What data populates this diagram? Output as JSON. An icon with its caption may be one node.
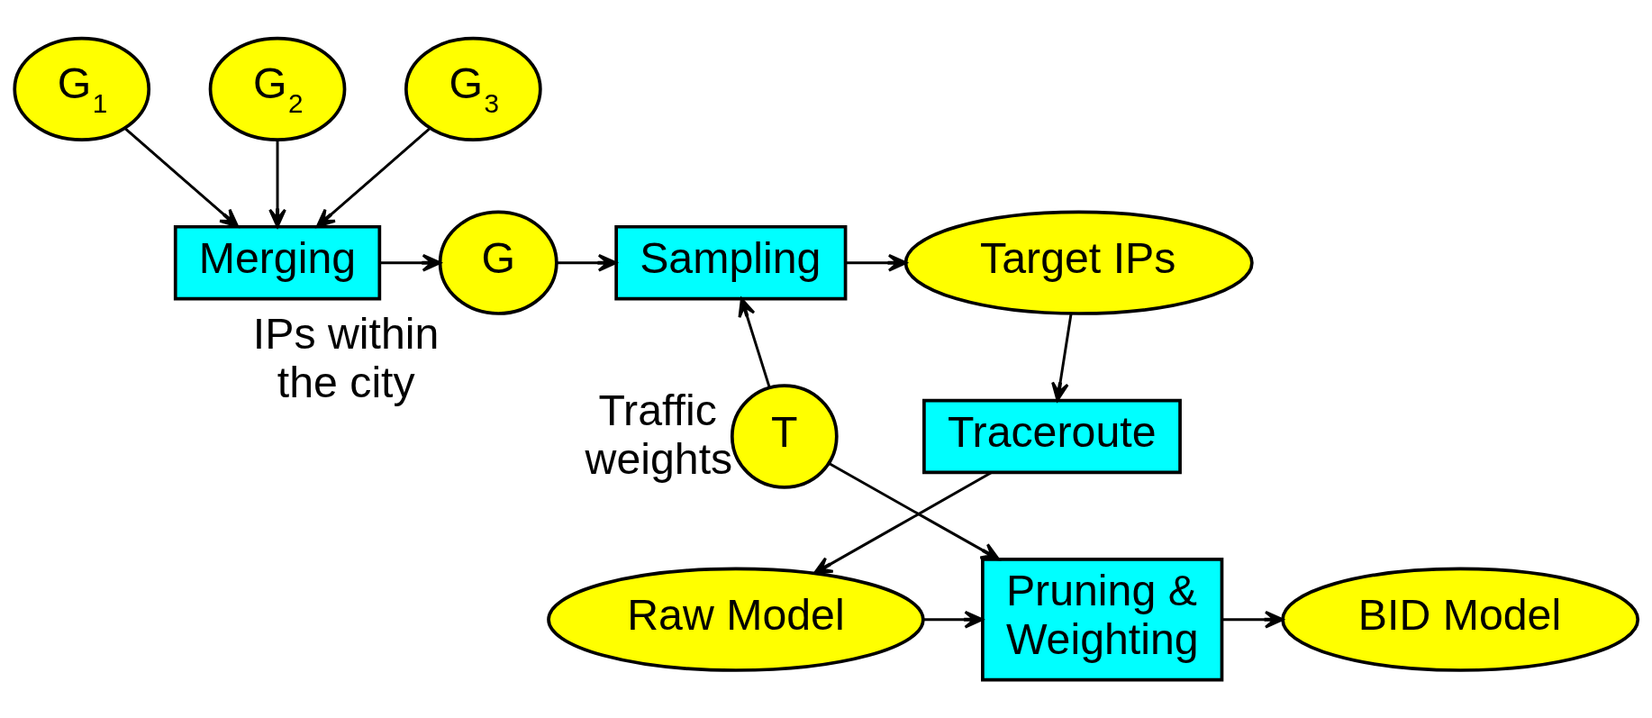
{
  "diagram": {
    "nodes": [
      {
        "text": [
          "G$_{1}$"
        ]
      },
      {
        "text": [
          "G$_{2}$"
        ]
      },
      {
        "text": [
          "G$_{3}$"
        ]
      },
      {
        "text": [
          "Merging"
        ]
      },
      {
        "text": [
          "G"
        ],
        "beside": [
          "IPs within the city"
        ]
      },
      {
        "text": [
          "Sampling"
        ]
      },
      {
        "text": [
          "Target IPs"
        ]
      },
      {
        "text": [
          "T"
        ],
        "beside": [
          "Traffic weights"
        ]
      },
      {
        "text": [
          "Traceroute"
        ]
      },
      {
        "text": [
          "Pruning & Weighting"
        ]
      },
      {
        "text": [
          "Raw Model"
        ]
      },
      {
        "text": [
          "BID Model"
        ]
      }
    ],
    "edges": [
      {
        "from": 0,
        "to": 3,
        "arrow": "to"
      },
      {
        "from": 1,
        "to": 3,
        "arrow": "to"
      },
      {
        "from": 2,
        "to": 3,
        "arrow": "to"
      },
      {
        "from": 3,
        "to": 4,
        "arrow": "to"
      },
      {
        "from": 4,
        "to": 5,
        "arrow": "to"
      },
      {
        "from": 5,
        "to": 6,
        "arrow": "to"
      },
      {
        "from": 6,
        "to": 8,
        "arrow": "to"
      },
      {
        "from": 7,
        "to": 5,
        "arrow": "to"
      },
      {
        "from": 7,
        "to": 9,
        "arrow": "to"
      },
      {
        "from": 8,
        "to": 10,
        "arrow": "to"
      },
      {
        "from": 10,
        "to": 9,
        "arrow": "to"
      },
      {
        "from": 9,
        "to": 11,
        "arrow": "to"
      }
    ]
  }
}
